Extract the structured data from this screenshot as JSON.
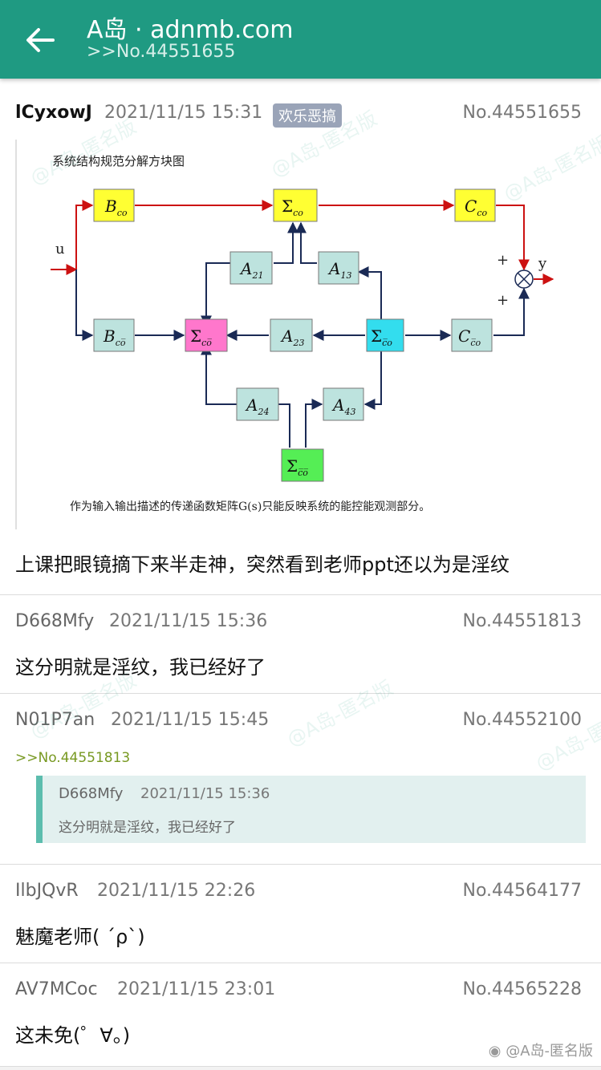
{
  "header": {
    "title": "A岛 · adnmb.com",
    "subtitle": ">>No.44551655"
  },
  "posts": [
    {
      "uid": "lCyxowJ",
      "time": "2021/11/15 15:31",
      "tag": "欢乐恶搞",
      "no": "No.44551655",
      "diagram": {
        "title": "系统结构规范分解方块图",
        "caption": "作为输入输出描述的传递函数矩阵G(s)只能反映系统的能控能观测部分。",
        "input_label": "u",
        "output_label": "y",
        "plus": "+",
        "blocks": {
          "b_co": "B",
          "sum_co": "Σ",
          "c_co": "C",
          "a21": "A",
          "a13": "A",
          "b_cobar": "B",
          "sum_cobar": "Σ",
          "a23": "A",
          "sum_cbarobar2": "Σ",
          "c_cbaro": "C",
          "a24": "A",
          "a43": "A",
          "sum_cbarobar": "Σ"
        },
        "subs": {
          "co": "co",
          "cobar": "co̅",
          "cbaro": "c̅o",
          "cbarobar": "c̅o̅",
          "s21": "21",
          "s13": "13",
          "s23": "23",
          "s24": "24",
          "s43": "43"
        }
      },
      "body": "上课把眼镜摘下来半走神，突然看到老师ppt还以为是淫纹"
    },
    {
      "uid": "D668Mfy",
      "time": "2021/11/15 15:36",
      "no": "No.44551813",
      "body": "这分明就是淫纹，我已经好了"
    },
    {
      "uid": "N01P7an",
      "time": "2021/11/15 15:45",
      "no": "No.44552100",
      "quote_ref": ">>No.44551813",
      "quote": {
        "uid": "D668Mfy",
        "time": "2021/11/15 15:36",
        "text": "这分明就是淫纹，我已经好了"
      }
    },
    {
      "uid": "IlbJQvR",
      "time": "2021/11/15 22:26",
      "no": "No.44564177",
      "body": "魅魔老师( ´ρ`)"
    },
    {
      "uid": "AV7MCoc",
      "time": "2021/11/15 23:01",
      "no": "No.44565228",
      "body": "这未免(゜∀。)"
    }
  ],
  "watermark": "@A岛-匿名版",
  "footer_watermark": "@A岛-匿名版",
  "colors": {
    "appbar": "#1f9a82",
    "block_yellow": "#ffff33",
    "block_teal": "#bde3de",
    "block_pink": "#ff77cc",
    "block_cyan": "#33ddee",
    "block_green": "#55ee55",
    "signal_red": "#cc1111",
    "signal_navy": "#1a2a55"
  }
}
